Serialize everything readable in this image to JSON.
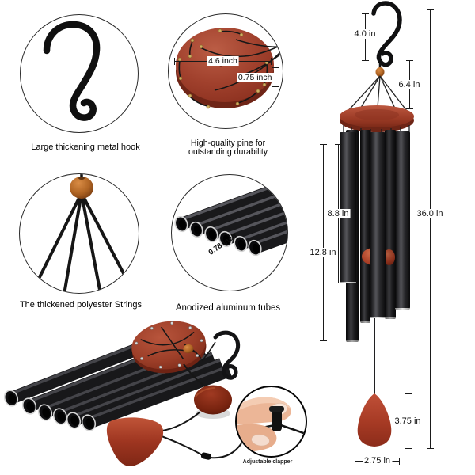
{
  "features": {
    "hook": {
      "caption": "Large thickening metal hook"
    },
    "pine": {
      "caption_line1": "High-quality pine for",
      "caption_line2": "outstanding durability",
      "diameter_label": "4.6 inch",
      "thickness_label": "0.75 inch"
    },
    "strings": {
      "caption": "The thickened polyester Strings"
    },
    "tubes": {
      "caption": "Anodized aluminum tubes",
      "diameter_label": "0.78 inch"
    }
  },
  "parts_photo": {
    "clapper_label": "Adjustable clapper"
  },
  "size_diagram": {
    "hook_height": "4.0 in",
    "cord_height": "6.4 in",
    "short_tube_length": "8.8 in",
    "long_tube_length": "12.8 in",
    "total_height": "36.0 in",
    "sail_height": "3.75 in",
    "sail_width": "2.75 in"
  },
  "colors": {
    "wood_red": "#a8462f",
    "wood_dark": "#6e2516",
    "tube_black": "#1a1a1c",
    "bead_orange": "#c07a36",
    "sail_red": "#a33a24",
    "text": "#111111",
    "circle_border": "#2b2b2b"
  }
}
